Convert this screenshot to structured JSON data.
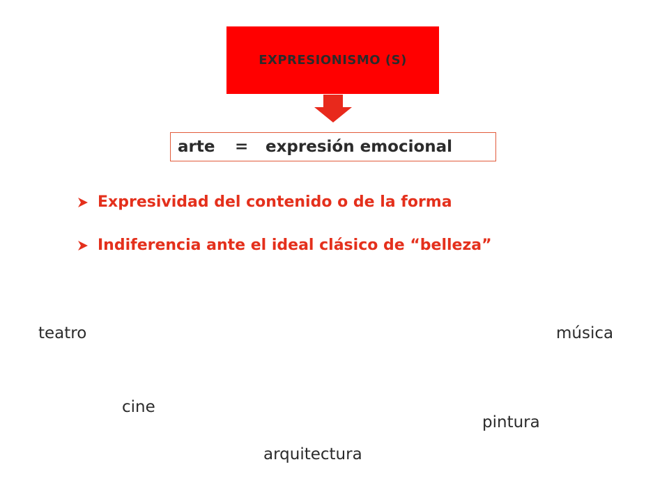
{
  "title": {
    "text": "EXPRESIONISMO (S)"
  },
  "equation": {
    "left": "arte",
    "sign": "=",
    "right": "expresión emocional"
  },
  "bullets": [
    "Expresividad del contenido o de la forma",
    "Indiferencia ante el ideal clásico de “belleza”"
  ],
  "arts": {
    "teatro": "teatro",
    "musica": "música",
    "cine": "cine",
    "pintura": "pintura",
    "arquitectura": "arquitectura"
  },
  "colors": {
    "title_box": "#ff0000",
    "arrow": "#e8291c",
    "bullet_text": "#e4301c",
    "equation_border": "#e25a3a",
    "text": "#2b2b2b"
  },
  "icons": {
    "down_arrow": "down-arrow-icon",
    "bullet": "arrowhead-bullet-icon"
  }
}
